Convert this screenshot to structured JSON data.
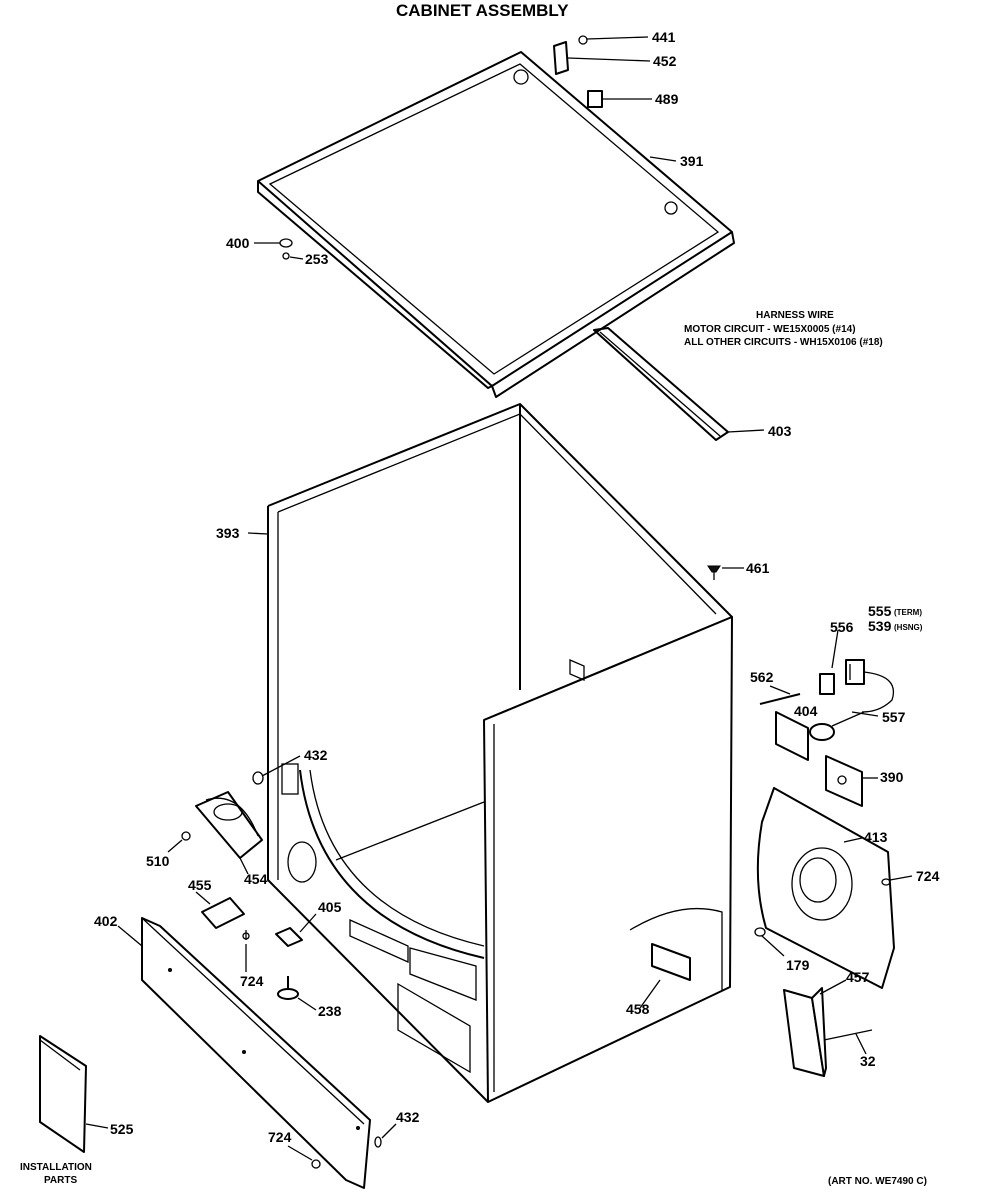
{
  "title": "CABINET ASSEMBLY",
  "art_number": "(ART NO. WE7490 C)",
  "harness_note": {
    "heading": "HARNESS WIRE",
    "line1": "MOTOR CIRCUIT - WE15X0005 (#14)",
    "line2": "ALL OTHER CIRCUITS - WH15X0106 (#18)"
  },
  "part_labels": {
    "p441": "441",
    "p452": "452",
    "p489": "489",
    "p391": "391",
    "p400": "400",
    "p253": "253",
    "p403": "403",
    "p393": "393",
    "p461": "461",
    "p555": "555",
    "p555_note": "(TERM)",
    "p539": "539",
    "p539_note": "(HSNG)",
    "p556": "556",
    "p562": "562",
    "p404": "404",
    "p557": "557",
    "p390": "390",
    "p432a": "432",
    "p413": "413",
    "p724a": "724",
    "p510": "510",
    "p454": "454",
    "p455": "455",
    "p405": "405",
    "p724b": "724",
    "p402": "402",
    "p238": "238",
    "p179": "179",
    "p457": "457",
    "p32": "32",
    "p458": "458",
    "p525": "525",
    "p432b": "432",
    "p724c": "724"
  },
  "installation_parts": {
    "line1": "INSTALLATION",
    "line2": "PARTS"
  }
}
